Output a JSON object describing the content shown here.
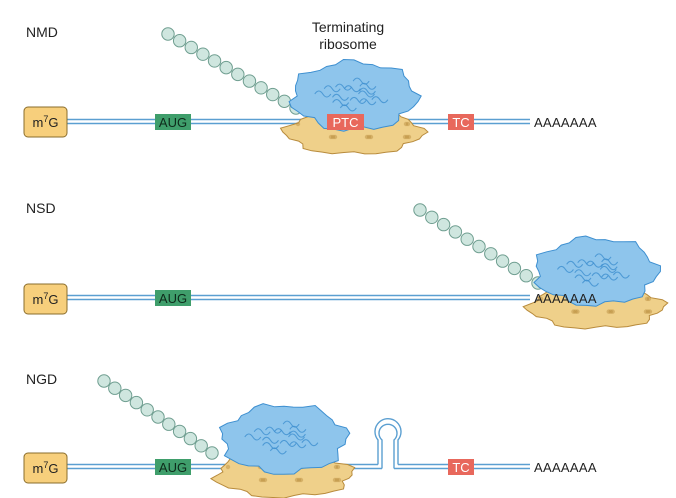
{
  "colors": {
    "cap_fill": "#f7cf7c",
    "cap_stroke": "#8a6d2c",
    "aug_fill": "#3f9e6b",
    "stop_fill": "#e8685c",
    "mrna": "#5b9fd1",
    "ribosome_large": "#8ec5ec",
    "ribosome_large_dark": "#3d8fd0",
    "ribosome_small": "#efd08a",
    "ribosome_small_dark": "#b88b3c",
    "peptide_bead": "#cfe6df",
    "peptide_stroke": "#6f9e90"
  },
  "title": {
    "line1": "Terminating",
    "line2": "ribosome"
  },
  "panels": [
    {
      "label": "NMD",
      "cap": {
        "base": "m",
        "sup": "7",
        "tail": "G"
      },
      "start_codon": "AUG",
      "ptc": "PTC",
      "stop_codon": "TC",
      "polya": "AAAAAAA"
    },
    {
      "label": "NSD",
      "cap": {
        "base": "m",
        "sup": "7",
        "tail": "G"
      },
      "start_codon": "AUG",
      "polya": "AAAAAAA"
    },
    {
      "label": "NGD",
      "cap": {
        "base": "m",
        "sup": "7",
        "tail": "G"
      },
      "start_codon": "AUG",
      "stop_codon": "TC",
      "polya": "AAAAAAA"
    }
  ]
}
